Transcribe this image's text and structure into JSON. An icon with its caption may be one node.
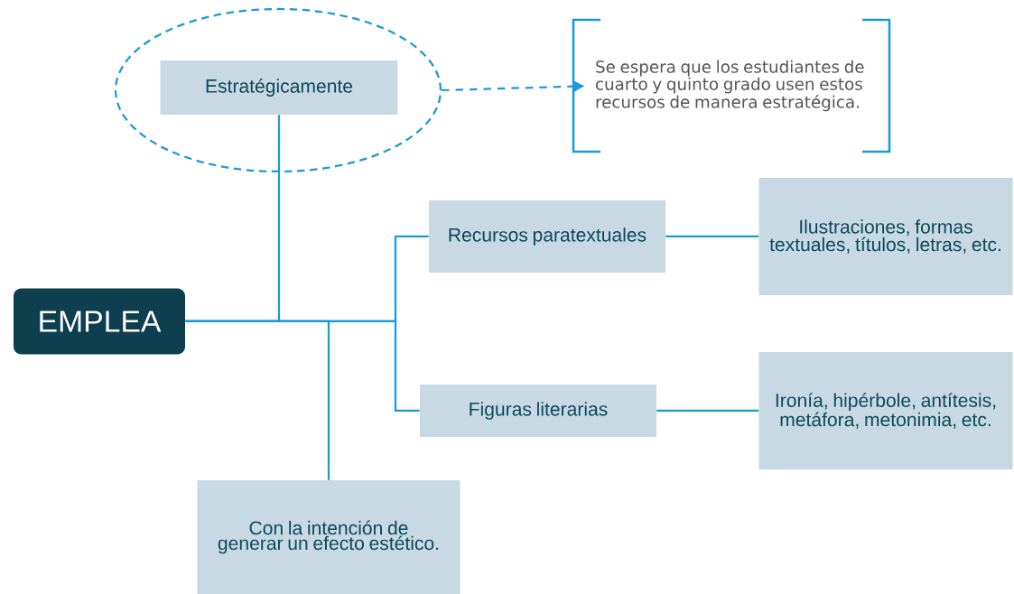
{
  "diagram": {
    "nodes": [
      {
        "text": [
          "EMPLEA"
        ]
      },
      {
        "text": [],
        "shape": "ellipse"
      },
      {
        "text": [
          "Estratégicamente"
        ],
        "in": 1
      },
      {
        "text": [
          "Se espera que los estudiantes de cuarto y quinto grado usen estos recursos de manera estratégica."
        ]
      },
      {
        "text": [
          "Recursos paratextuales"
        ]
      },
      {
        "text": [
          "Ilustraciones, formas textuales, títulos, letras, etc."
        ]
      },
      {
        "text": [
          "Figuras literarias"
        ]
      },
      {
        "text": [
          "Ironía, hipérbole, antítesis, metáfora, metonimia, etc."
        ]
      },
      {
        "text": [
          "Con la intención de generar un efecto estético."
        ]
      }
    ],
    "edges": [
      {
        "from": 0,
        "to": 2,
        "arrow": "none"
      },
      {
        "from": 0,
        "to": 4,
        "arrow": "none"
      },
      {
        "from": 0,
        "to": 6,
        "arrow": "none"
      },
      {
        "from": 0,
        "to": 8,
        "arrow": "none"
      },
      {
        "from": 4,
        "to": 5,
        "arrow": "none"
      },
      {
        "from": 6,
        "to": 7,
        "arrow": "none"
      },
      {
        "from": 1,
        "to": 3,
        "arrow": "to",
        "style": "dashed"
      }
    ]
  }
}
